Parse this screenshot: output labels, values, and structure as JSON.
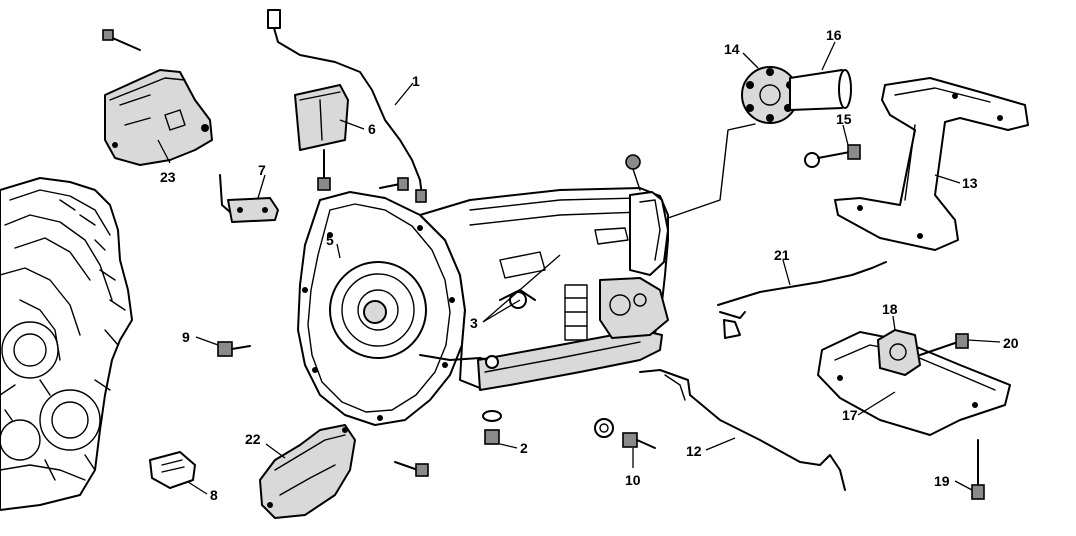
{
  "callouts": [
    {
      "id": "1",
      "text": "1"
    },
    {
      "id": "2",
      "text": "2"
    },
    {
      "id": "3",
      "text": "3"
    },
    {
      "id": "5",
      "text": "5"
    },
    {
      "id": "6",
      "text": "6"
    },
    {
      "id": "7",
      "text": "7"
    },
    {
      "id": "8",
      "text": "8"
    },
    {
      "id": "9",
      "text": "9"
    },
    {
      "id": "10",
      "text": "10"
    },
    {
      "id": "12",
      "text": "12"
    },
    {
      "id": "13",
      "text": "13"
    },
    {
      "id": "14",
      "text": "14"
    },
    {
      "id": "15",
      "text": "15"
    },
    {
      "id": "16",
      "text": "16"
    },
    {
      "id": "17",
      "text": "17"
    },
    {
      "id": "18",
      "text": "18"
    },
    {
      "id": "19",
      "text": "19"
    },
    {
      "id": "20",
      "text": "20"
    },
    {
      "id": "21",
      "text": "21"
    },
    {
      "id": "22",
      "text": "22"
    },
    {
      "id": "23",
      "text": "23"
    }
  ],
  "colors": {
    "line": "#000000",
    "background": "#ffffff",
    "shade": "#d9d9d9"
  }
}
